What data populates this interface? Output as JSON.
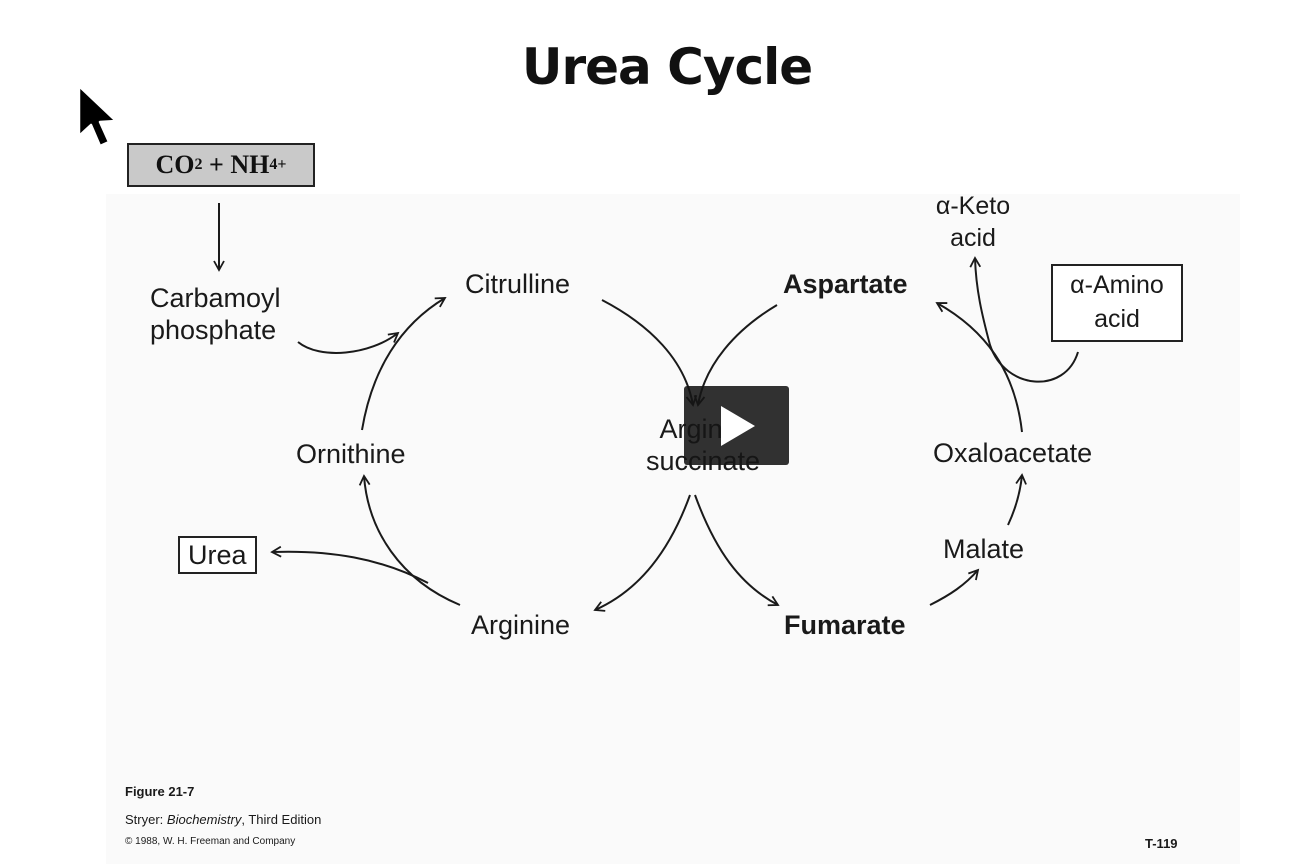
{
  "title": "Urea Cycle",
  "inputs": {
    "co2": "CO",
    "co2_sub": "2",
    "plus": " + NH",
    "nh4_sub": "4",
    "nh4_sup": "+"
  },
  "nodes": {
    "carbamoyl": [
      "Carbamoyl",
      "phosphate"
    ],
    "citrulline": "Citrulline",
    "ornithine": "Ornithine",
    "arginine": "Arginine",
    "argininosuccinate": [
      "Argino-",
      "succinate"
    ],
    "urea": "Urea",
    "aspartate": "Aspartate",
    "fumarate": "Fumarate",
    "malate": "Malate",
    "oxaloacetate": "Oxaloacetate",
    "keto_acid": [
      "α-Keto",
      "acid"
    ],
    "amino_acid": [
      "α-Amino",
      "acid"
    ]
  },
  "caption": {
    "figure": "Figure 21-7",
    "source_author": "Stryer: ",
    "source_book": "Biochemistry",
    "source_edition": ", Third Edition",
    "copyright": "© 1988, W. H. Freeman and Company",
    "page_code": "T-119"
  }
}
